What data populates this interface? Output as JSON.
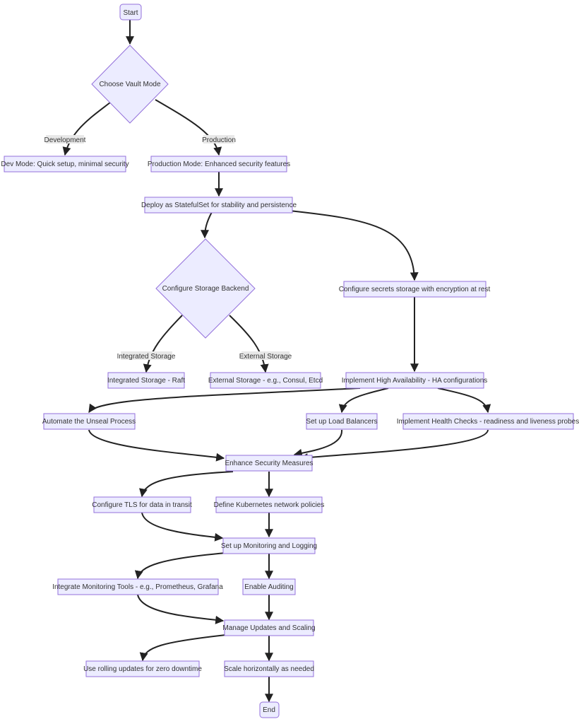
{
  "nodes": {
    "start": "Start",
    "choose_mode": "Choose Vault Mode",
    "dev_mode": "Dev Mode: Quick setup, minimal security",
    "prod_mode": "Production Mode: Enhanced security features",
    "statefulset": "Deploy as StatefulSet for stability and persistence",
    "storage_backend": "Configure Storage Backend",
    "secrets_storage": "Configure secrets storage with encryption at rest",
    "integrated_storage": "Integrated Storage - Raft",
    "external_storage": "External Storage - e.g., Consul, Etcd",
    "ha": "Implement High Availability - HA configurations",
    "unseal": "Automate the Unseal Process",
    "load_balancers": "Set up Load Balancers",
    "health_checks": "Implement Health Checks - readiness and liveness probes",
    "security": "Enhance Security Measures",
    "tls": "Configure TLS for data in transit",
    "network_policies": "Define Kubernetes network policies",
    "monitoring": "Set up Monitoring and Logging",
    "monitoring_tools": "Integrate Monitoring Tools - e.g., Prometheus, Grafana",
    "auditing": "Enable Auditing",
    "updates": "Manage Updates and Scaling",
    "rolling": "Use rolling updates for zero downtime",
    "scale": "Scale horizontally as needed",
    "end": "End"
  },
  "edge_labels": {
    "development": "Development",
    "production": "Production",
    "integrated": "Integrated Storage",
    "external": "External Storage"
  }
}
